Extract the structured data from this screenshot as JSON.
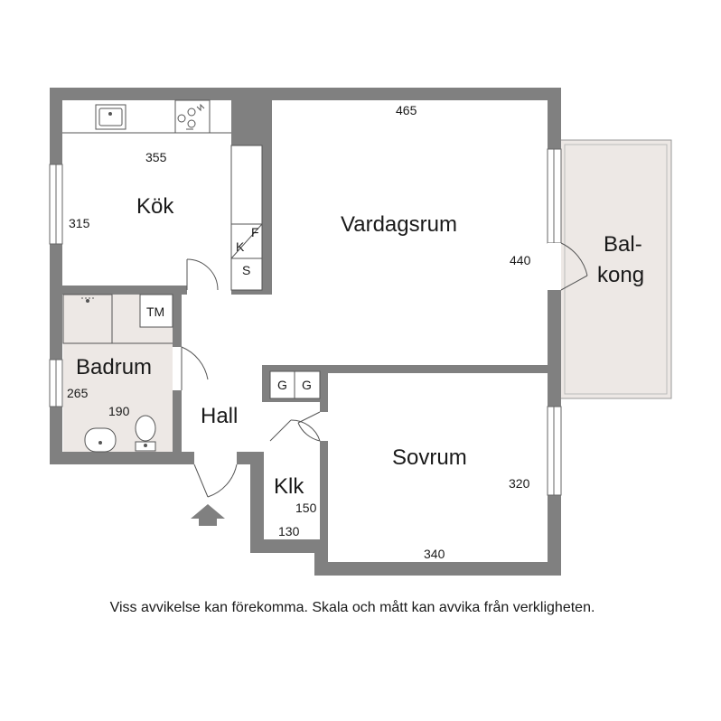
{
  "rooms": {
    "kok": "Kök",
    "vardagsrum": "Vardagsrum",
    "balkong_line1": "Bal-",
    "balkong_line2": "kong",
    "badrum": "Badrum",
    "hall": "Hall",
    "sovrum": "Sovrum",
    "klk": "Klk"
  },
  "dimensions": {
    "kok_width": "355",
    "kok_depth": "315",
    "vardagsrum_width": "465",
    "vardagsrum_depth": "440",
    "badrum_width": "190",
    "badrum_depth": "265",
    "sovrum_width": "340",
    "sovrum_depth": "320",
    "klk_width": "130",
    "klk_depth": "150"
  },
  "fixtures": {
    "fridge": "F",
    "freezer": "K",
    "stove_s": "S",
    "washer": "TM",
    "wardrobe_1": "G",
    "wardrobe_2": "G"
  },
  "colors": {
    "wall": "#808080",
    "wet_floor": "#ede8e5",
    "balcony_floor": "#ede8e5"
  },
  "disclaimer": "Viss avvikelse kan förekomma. Skala och mått kan avvika från verkligheten."
}
